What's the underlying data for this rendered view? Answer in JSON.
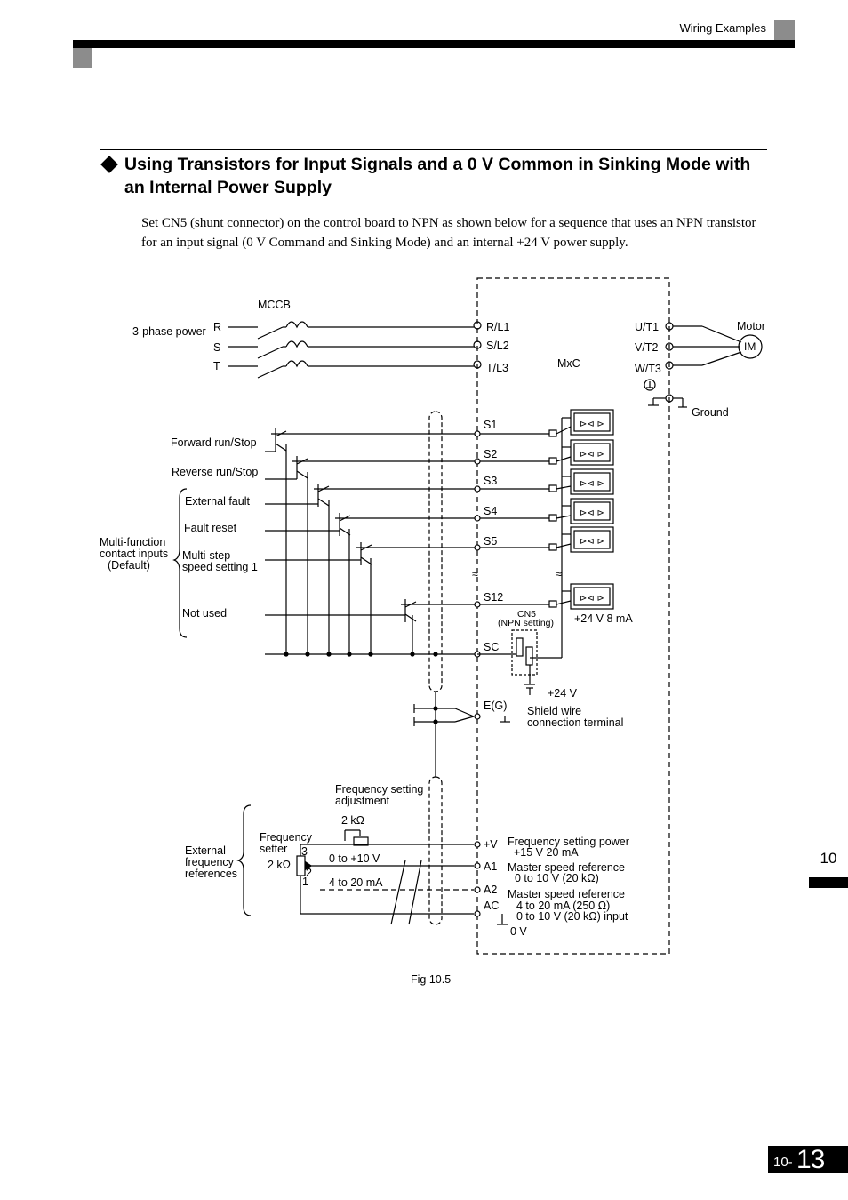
{
  "header": {
    "section": "Wiring Examples"
  },
  "heading": "Using Transistors for Input Signals and a 0 V Common in Sinking Mode with an Internal Power Supply",
  "paragraph": "Set CN5 (shunt connector) on the control board to NPN as shown below for a sequence that uses an NPN transistor for an input signal (0 V Command and Sinking Mode) and an internal +24 V power supply.",
  "figure": {
    "caption": "Fig 10.5",
    "mccb": "MCCB",
    "power_label": "3-phase power",
    "phases": [
      "R",
      "S",
      "T"
    ],
    "input_terminals": [
      "R/L1",
      "S/L2",
      "T/L3"
    ],
    "drive": "MxC",
    "output_terminals": [
      "U/T1",
      "V/T2",
      "W/T3"
    ],
    "motor": "Motor",
    "motor_symbol": "IM",
    "ground": "Ground",
    "signals": [
      "Forward run/Stop",
      "Reverse run/Stop",
      "External fault",
      "Fault reset",
      "Multi-step speed setting 1",
      "Not used"
    ],
    "multi_group": "Multi-function contact inputs (Default)",
    "sig_terminals": [
      "S1",
      "S2",
      "S3",
      "S4",
      "S5",
      "S12",
      "SC"
    ],
    "cn5": "CN5",
    "npn_setting": "(NPN setting)",
    "plus24_8ma": "+24 V 8 mA",
    "plus24": "+24 V",
    "eg": "E(G)",
    "shield_wire": "Shield wire connection terminal",
    "freq_adj": "Frequency setting adjustment",
    "r2k": "2 kΩ",
    "freq_setter": "Frequency setter",
    "pot_pins": [
      "3",
      "2",
      "1"
    ],
    "ext_freq": "External frequency references",
    "v_range": "0 to +10 V",
    "ma_range": "4 to 20 mA",
    "analog_terminals": [
      "+V",
      "A1",
      "A2",
      "AC"
    ],
    "notes": {
      "v": "Frequency setting power",
      "v2": "+15 V 20 mA",
      "a1": "Master speed reference",
      "a1b": "0  to 10 V (20 kΩ)",
      "a2": "Master speed reference",
      "a2b": "4  to 20 mA (250 Ω)",
      "a2c": "0 to 10 V (20 kΩ) input",
      "zero": "0 V"
    }
  },
  "chapter": "10",
  "page": {
    "prefix": "10-",
    "number": "13"
  }
}
